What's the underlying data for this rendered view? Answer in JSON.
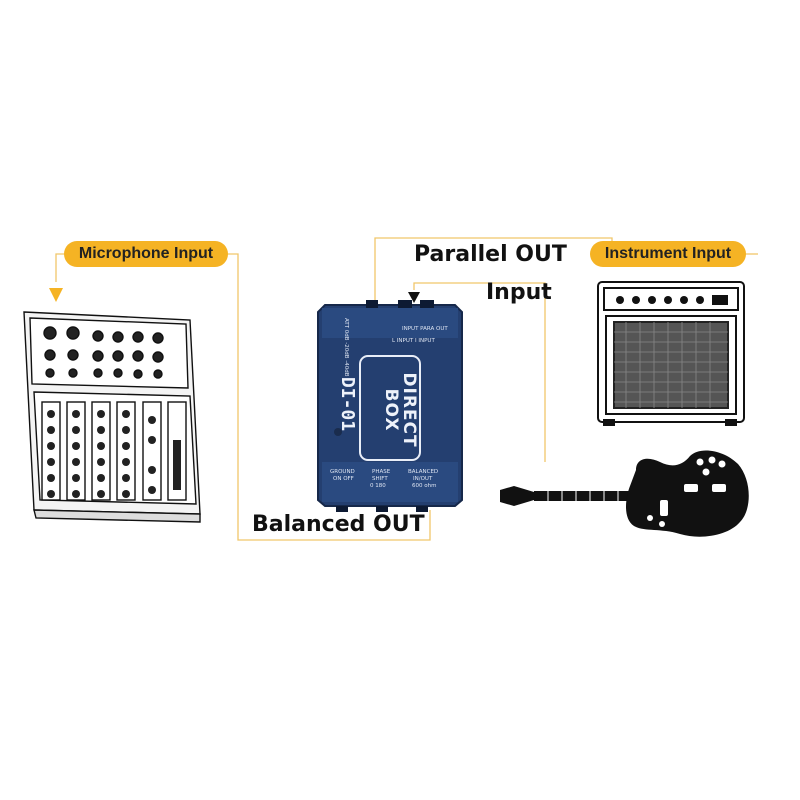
{
  "labels": {
    "microphone_input": "Microphone Input",
    "instrument_input": "Instrument Input",
    "parallel_out": "Parallel OUT",
    "input": "Input",
    "balanced_out": "Balanced OUT"
  },
  "di_box": {
    "title_line1": "DIRECT",
    "title_line2": "BOX",
    "model": "DI-01",
    "top_left_labels": [
      "ATT",
      "0dB",
      "-20dB",
      "-40dB"
    ],
    "top_input_para_out": "INPUT  PARA OUT",
    "top_linput": "L INPUT  I INPUT",
    "bottom_ground": "GROUND",
    "bottom_ground_sub": "ON  OFF",
    "bottom_phase": "PHASE",
    "bottom_phase_sub": "SHIFT",
    "bottom_phase_deg": "0  180",
    "bottom_balanced": "BALANCED",
    "bottom_balanced_sub": "IN/OUT",
    "bottom_balanced_ohm": "600 ohm"
  },
  "colors": {
    "accent": "#f5b324",
    "connector_line": "#f0c66a",
    "box_blue": "#1f3f78",
    "ink": "#111111"
  },
  "icons": [
    "mixer-icon",
    "amplifier-icon",
    "guitar-icon",
    "arrow-down-icon"
  ]
}
